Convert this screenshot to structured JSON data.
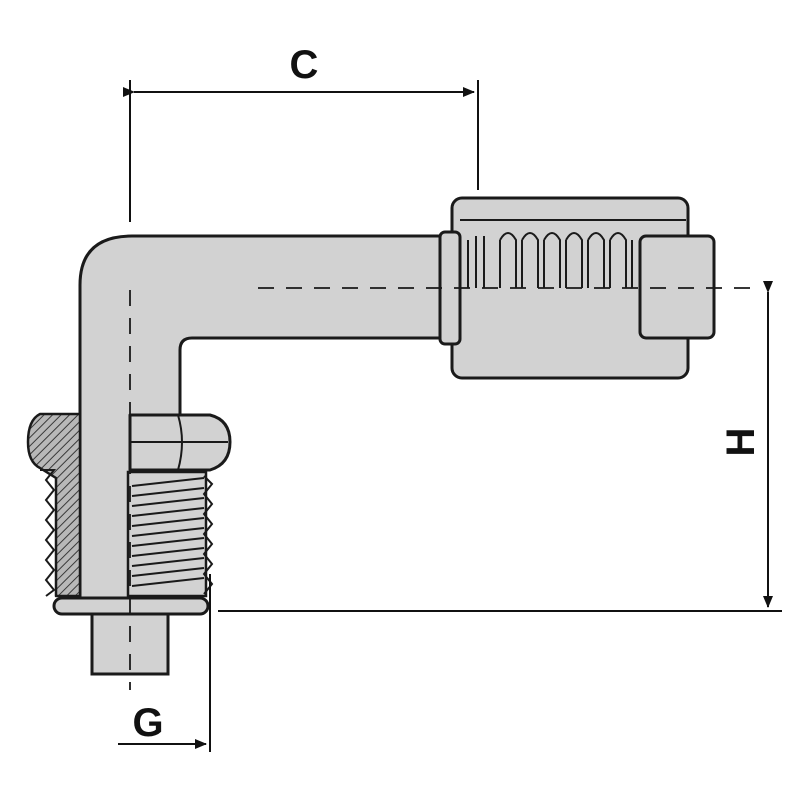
{
  "dimensions": {
    "c_label": "C",
    "h_label": "H",
    "g_label": "G"
  },
  "colors": {
    "body_fill": "#d2d2d2",
    "outline": "#1a1a1a",
    "hatch_fill": "#b0b0b0",
    "background": "#ffffff"
  }
}
